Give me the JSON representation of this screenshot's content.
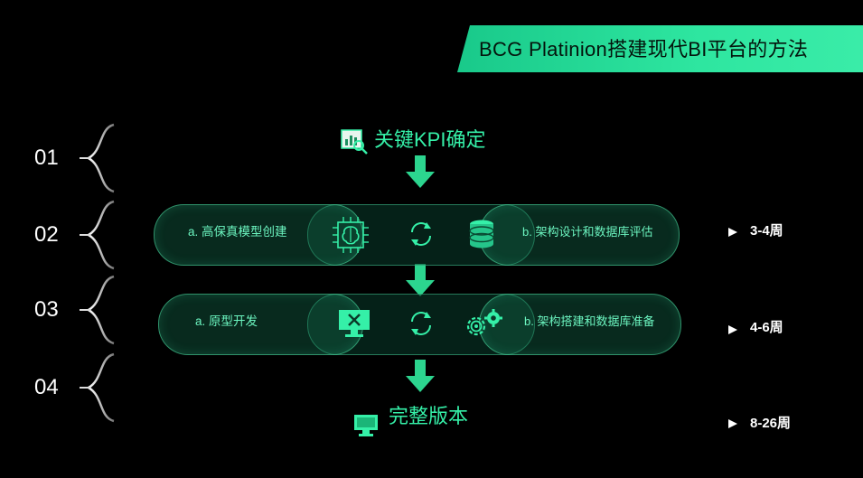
{
  "title": "BCG Platinion搭建现代BI平台的方法",
  "steps": [
    "01",
    "02",
    "03",
    "04"
  ],
  "phases": {
    "kpi": "关键KPI确定",
    "final": "完整版本"
  },
  "row2": {
    "left": "a. 高保真模型创建",
    "right": "b. 架构设计和数据库评估",
    "duration": "3-4周"
  },
  "row3": {
    "left": "a. 原型开发",
    "right": "b. 架构搭建和数据库准备",
    "duration": "4-6周"
  },
  "final_duration": "8-26周",
  "colors": {
    "accent": "#35f0a8",
    "banner": "#2ee6a0",
    "pill_fill": "#166e50"
  },
  "icons": [
    "chart-magnifier-icon",
    "brain-chip-icon",
    "refresh-icon",
    "database-icon",
    "monitor-tools-icon",
    "gears-icon",
    "monitor-icon"
  ]
}
